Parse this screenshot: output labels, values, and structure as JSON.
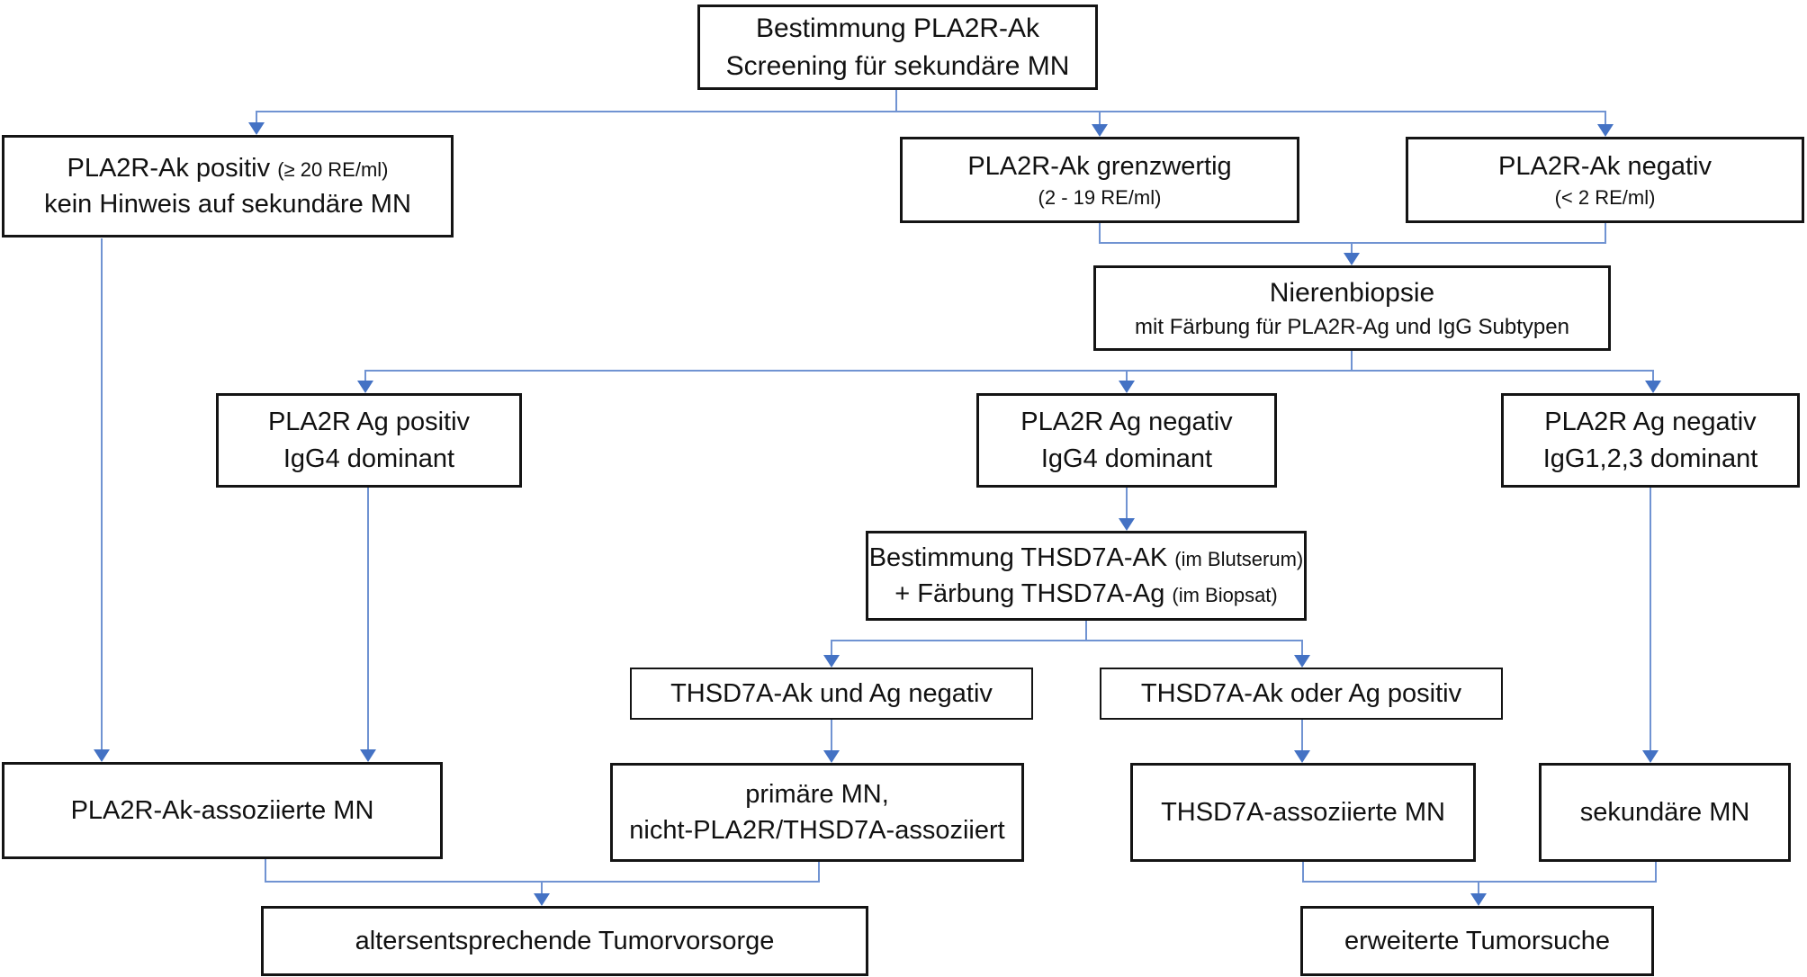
{
  "colors": {
    "connector_line": "#7093d2",
    "arrowhead": "#4472C4",
    "box_border": "#141414",
    "box_background": "#ffffff",
    "text": "#111111"
  },
  "nodes": {
    "screening": {
      "line1": "Bestimmung PLA2R-Ak",
      "line2": "Screening für sekundäre MN"
    },
    "pla2r_positiv": {
      "line1_main": "PLA2R-Ak positiv",
      "line1_small": "(≥ 20 RE/ml)",
      "line2": "kein Hinweis auf sekundäre  MN"
    },
    "pla2r_grenzwertig": {
      "line1": "PLA2R-Ak grenzwertig",
      "line2_small": "(2 - 19 RE/ml)"
    },
    "pla2r_negativ": {
      "line1": "PLA2R-Ak negativ",
      "line2_small": "(< 2 RE/ml)"
    },
    "nierenbiopsie": {
      "line1": "Nierenbiopsie",
      "line2_small": "mit Färbung für PLA2R-Ag und IgG Subtypen"
    },
    "ag_positiv_igg4": {
      "line1": "PLA2R Ag positiv",
      "line2": "IgG4 dominant"
    },
    "ag_negativ_igg4": {
      "line1": "PLA2R Ag negativ",
      "line2": "IgG4 dominant"
    },
    "ag_negativ_igg123": {
      "line1": "PLA2R Ag negativ",
      "line2": "IgG1,2,3 dominant"
    },
    "thsd7a_test": {
      "line1_main": "Bestimmung THSD7A-AK",
      "line1_small": "(im Blutserum)",
      "line2_main": "+ Färbung THSD7A-Ag",
      "line2_small": "(im Biopsat)"
    },
    "thsd7a_negativ": {
      "line1": "THSD7A-Ak und Ag negativ"
    },
    "thsd7a_positiv": {
      "line1": "THSD7A-Ak oder Ag positiv"
    },
    "mn_pla2r": {
      "line1": "PLA2R-Ak-assoziierte MN"
    },
    "mn_primaer": {
      "line1": "primäre MN,",
      "line2": "nicht-PLA2R/THSD7A-assoziiert"
    },
    "mn_thsd7a": {
      "line1": "THSD7A-assoziierte MN"
    },
    "mn_sekundaer": {
      "line1": "sekundäre MN"
    },
    "tumorvorsorge": {
      "line1": "altersentsprechende Tumorvorsorge"
    },
    "tumorsuche": {
      "line1": "erweiterte Tumorsuche"
    }
  }
}
